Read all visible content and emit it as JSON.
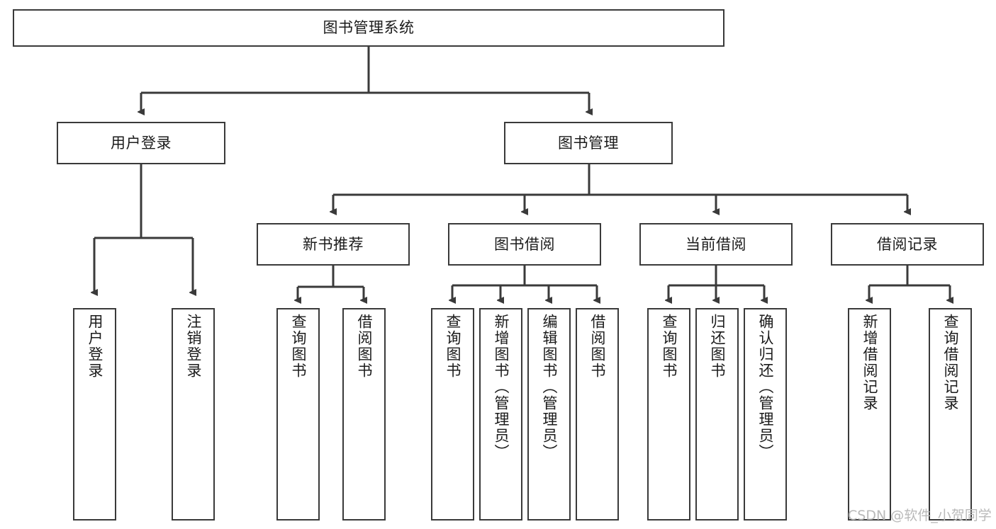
{
  "diagram": {
    "type": "tree-hierarchy",
    "title": "图书管理系统",
    "orientation": "top-down",
    "colors": {
      "box_border": "#3a3a3a",
      "box_fill": "#ffffff",
      "edge": "#3a3a3a",
      "text": "#1b1b1b",
      "watermark": "#b9b9b9",
      "background": "#ffffff"
    }
  },
  "root": {
    "label": "图书管理系统"
  },
  "level2": [
    {
      "label": "用户登录"
    },
    {
      "label": "图书管理"
    }
  ],
  "level3": [
    {
      "label": "新书推荐"
    },
    {
      "label": "图书借阅"
    },
    {
      "label": "当前借阅"
    },
    {
      "label": "借阅记录"
    }
  ],
  "leaves": {
    "user_login": [
      {
        "label": "用户登录"
      },
      {
        "label": "注销登录"
      }
    ],
    "new_book": [
      {
        "label": "查询图书"
      },
      {
        "label": "借阅图书"
      }
    ],
    "book_borrow": [
      {
        "label": "查询图书"
      },
      {
        "label": "新增图书（管理员）"
      },
      {
        "label": "编辑图书（管理员）"
      },
      {
        "label": "借阅图书"
      }
    ],
    "current_borrow": [
      {
        "label": "查询图书"
      },
      {
        "label": "归还图书"
      },
      {
        "label": "确认归还（管理员）"
      }
    ],
    "borrow_record": [
      {
        "label": "新增借阅记录"
      },
      {
        "label": "查询借阅记录"
      }
    ]
  },
  "watermark": {
    "text": "CSDN @软件_小贺同学"
  }
}
